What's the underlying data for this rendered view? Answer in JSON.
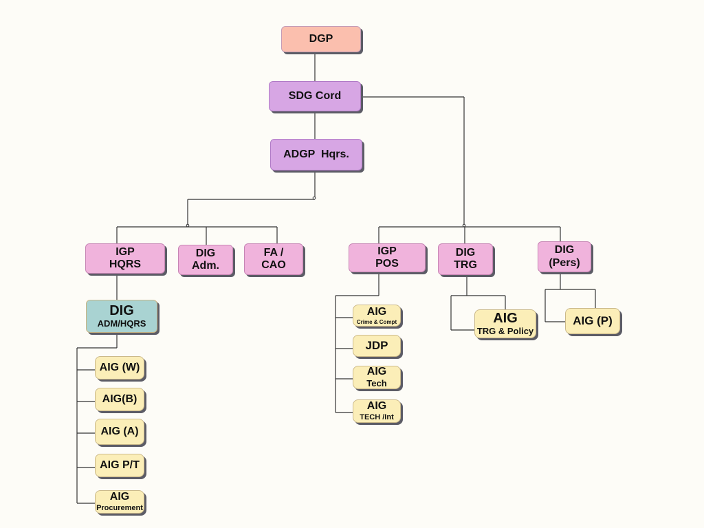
{
  "nodes": {
    "dgp": {
      "label": "DGP"
    },
    "sdg_cord": {
      "label": "SDG Cord"
    },
    "adgp_hqrs": {
      "label": "ADGP  Hqrs."
    },
    "igp_hqrs": {
      "label": "IGP\nHQRS"
    },
    "dig_adm": {
      "label": "DIG\nAdm."
    },
    "fa_cao": {
      "label": "FA /\nCAO"
    },
    "igp_pos": {
      "label": "IGP\nPOS"
    },
    "dig_trg": {
      "label": "DIG\nTRG"
    },
    "dig_pers": {
      "label": "DIG\n(Pers)"
    },
    "dig_adm_hqrs": {
      "label": "DIG",
      "sub": "ADM/HQRS"
    },
    "aig_w": {
      "label": "AIG (W)"
    },
    "aig_b": {
      "label": "AIG(B)"
    },
    "aig_a": {
      "label": "AIG (A)"
    },
    "aig_pt": {
      "label": "AIG P/T"
    },
    "aig_procurement": {
      "label": "AIG",
      "sub": "Procurement"
    },
    "aig_crime": {
      "label": "AIG",
      "sub": "Crime & Compt"
    },
    "jdp": {
      "label": "JDP"
    },
    "aig_tech": {
      "label": "AIG",
      "sub": "Tech"
    },
    "aig_tech_int": {
      "label": "AIG",
      "sub": "TECH /Int"
    },
    "aig_trg_policy": {
      "label": "AIG",
      "sub": "TRG & Policy"
    },
    "aig_p": {
      "label": "AIG (P)"
    }
  },
  "colors": {
    "peach": "#fbbfae",
    "violet": "#d7a6e4",
    "pink": "#f0b3dc",
    "teal": "#a9d3d2",
    "yellow": "#fbeeb8",
    "connector": "#333333"
  }
}
